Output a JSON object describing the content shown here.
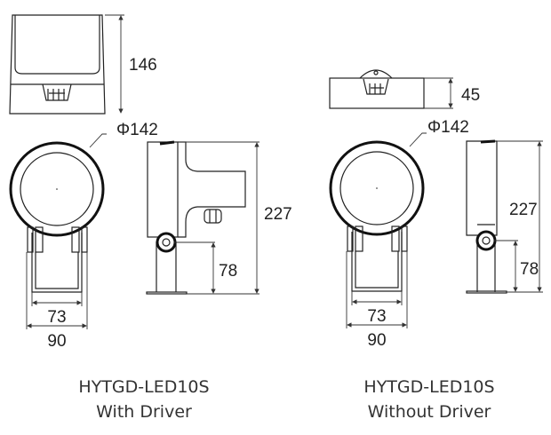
{
  "left": {
    "model": "HYTGD-LED10S",
    "variant": "With Driver",
    "dims": {
      "top_height": "146",
      "diameter": "Φ142",
      "inner_width": "73",
      "outer_width": "90",
      "total_height": "227",
      "pivot_height": "78"
    }
  },
  "right": {
    "model": "HYTGD-LED10S",
    "variant": "Without Driver",
    "dims": {
      "top_height": "45",
      "diameter": "Φ142",
      "inner_width": "73",
      "outer_width": "90",
      "total_height": "227",
      "pivot_height": "78"
    }
  }
}
